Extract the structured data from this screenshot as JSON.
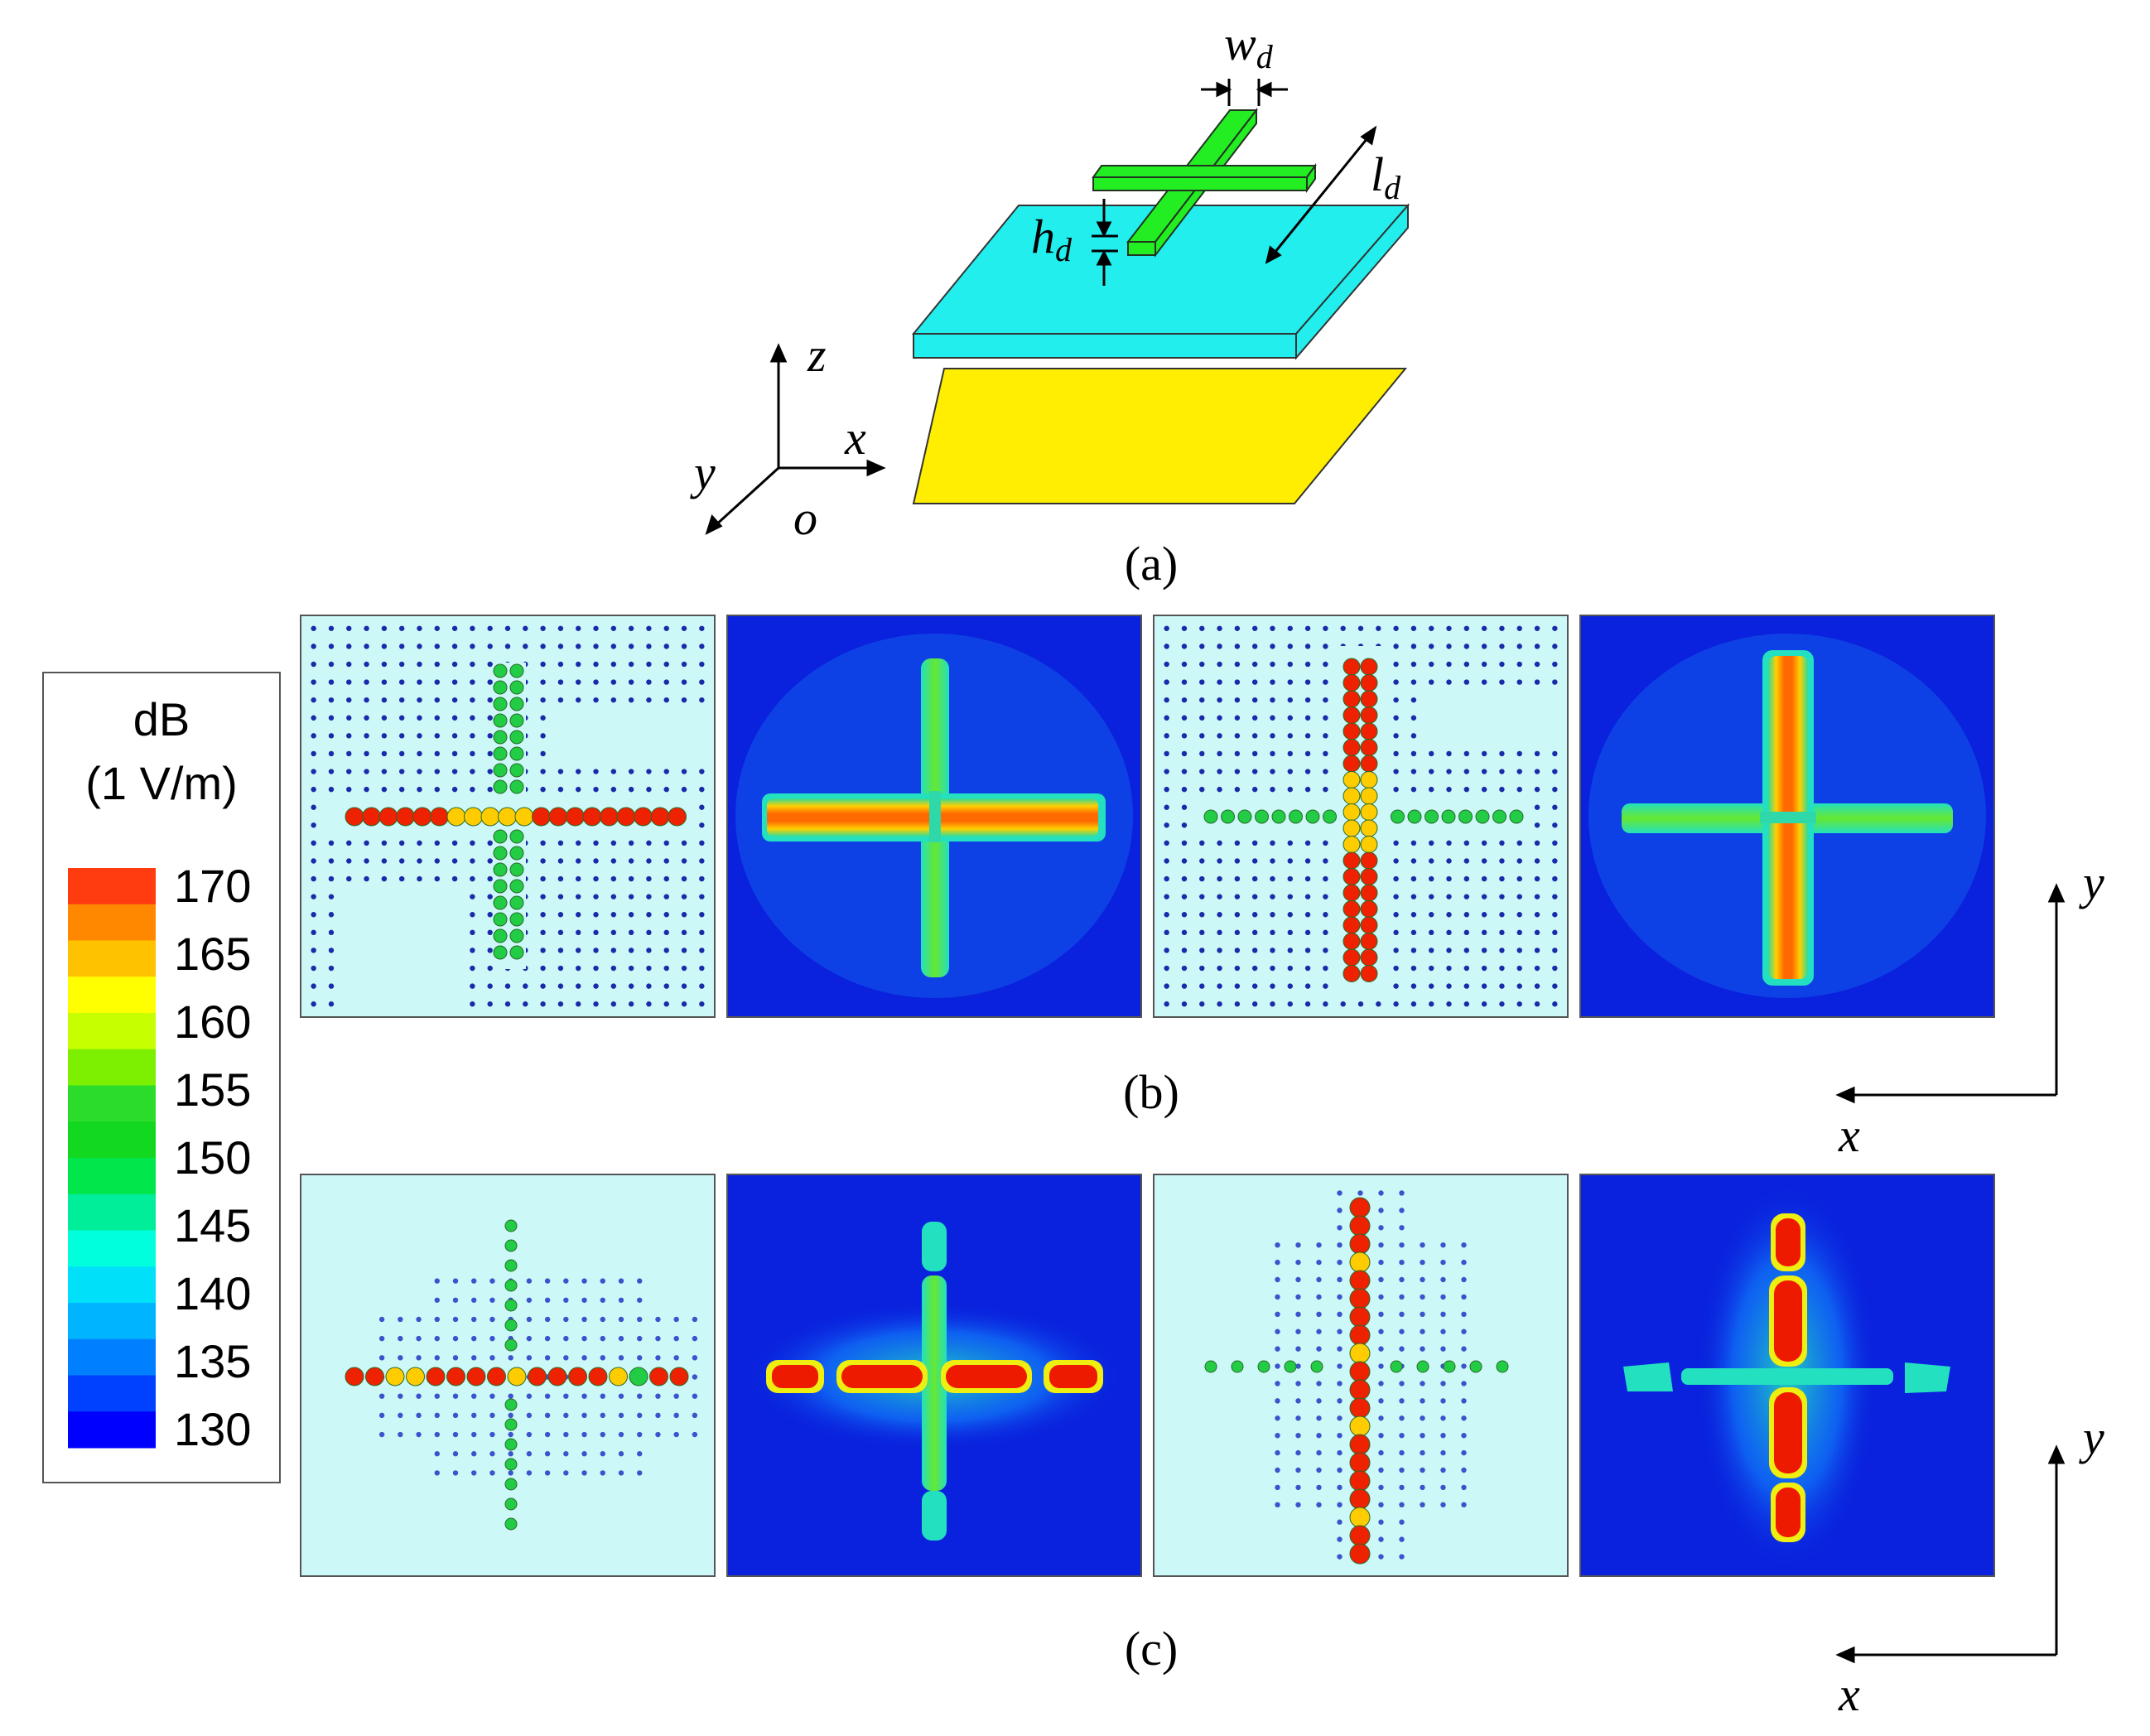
{
  "panel_a": {
    "caption": "(a)",
    "labels": {
      "w": "w",
      "w_sub": "d",
      "l": "l",
      "l_sub": "d",
      "h": "h",
      "h_sub": "d"
    },
    "axes": {
      "x": "x",
      "y": "y",
      "z": "z",
      "o": "o"
    },
    "colors": {
      "dipole": "#22ee22",
      "substrate": "#22eeee",
      "ground": "#ffee00"
    }
  },
  "panel_b": {
    "caption": "(b)",
    "axis_x": "x",
    "axis_y": "y"
  },
  "panel_c": {
    "caption": "(c)",
    "axis_x": "x",
    "axis_y": "y"
  },
  "legend": {
    "title_line1": "dB",
    "title_line2": "(1 V/m)",
    "ticks": [
      "170",
      "165",
      "160",
      "155",
      "150",
      "145",
      "140",
      "135",
      "130"
    ],
    "colors": [
      "#ff3b10",
      "#ff8800",
      "#ffc200",
      "#ffff00",
      "#c6ff00",
      "#7cf000",
      "#2bdc2b",
      "#12d820",
      "#00e64b",
      "#00ee99",
      "#00ffdd",
      "#00e0f8",
      "#00b4ff",
      "#0080ff",
      "#0040ff",
      "#0000ff"
    ]
  },
  "field_colors": {
    "high": "#ee2200",
    "mid": "#ffcc00",
    "low": "#22cc44",
    "bg_vector": "#ccf8f8",
    "bg_mag": "#0a22dd",
    "arrow": "#1a2aa8"
  }
}
